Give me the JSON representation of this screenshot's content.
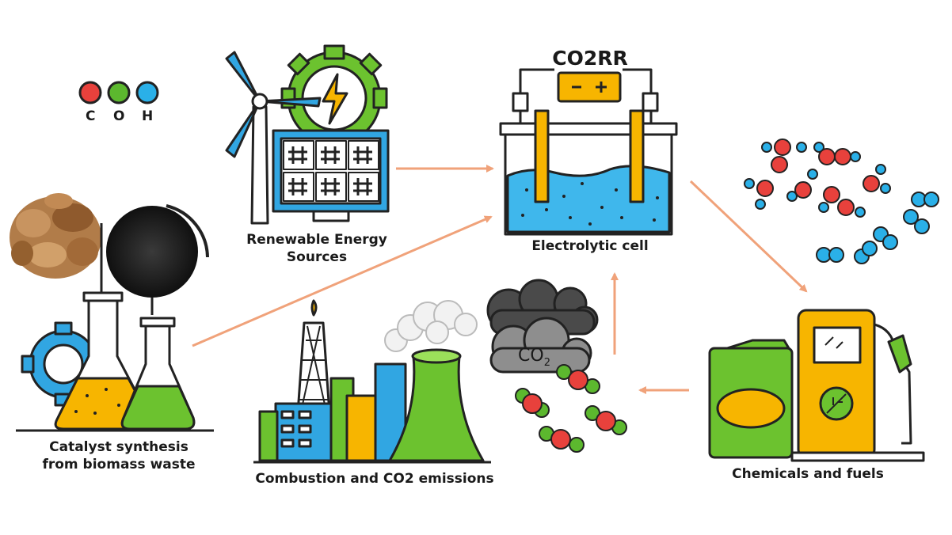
{
  "legend": {
    "atoms": [
      {
        "letter": "C",
        "color": "#e8413c"
      },
      {
        "letter": "O",
        "color": "#5cb82e"
      },
      {
        "letter": "H",
        "color": "#2ab0e8"
      }
    ]
  },
  "nodes": {
    "renewable": {
      "label_line1": "Renewable Energy",
      "label_line2": "Sources"
    },
    "electrolytic": {
      "title": "CO2RR",
      "label": "Electrolytic cell"
    },
    "catalyst": {
      "label_line1": "Catalyst synthesis",
      "label_line2": "from biomass waste"
    },
    "combustion": {
      "label": "Combustion and CO2 emissions"
    },
    "chemicals": {
      "label": "Chemicals and fuels"
    },
    "cloud": {
      "text": "CO",
      "subscript": "2"
    }
  },
  "colors": {
    "arrow": "#f0a27a",
    "outline": "#222222",
    "water": "#3fb7ec",
    "yellow": "#f7b500",
    "green": "#6cc22f",
    "blue": "#31a6e2",
    "red": "#e8413c",
    "gray": "#8e8e8e"
  }
}
